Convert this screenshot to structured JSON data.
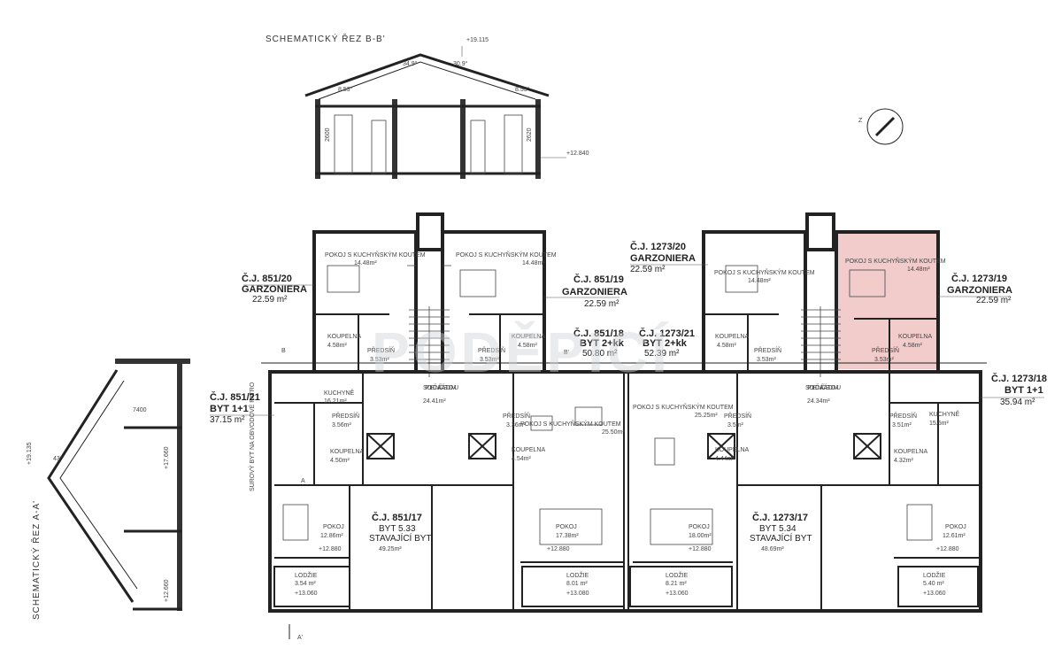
{
  "sections": {
    "bb_title": "SCHEMATICKÝ ŘEZ B-B'",
    "aa_title": "SCHEMATICKÝ ŘEZ A-A'",
    "bb_top_level": "+19.115",
    "bb_floor_level": "+12.840",
    "bb_height_left": "2600",
    "bb_height_right": "2620",
    "bb_angle_left": "8.53°",
    "bb_angle_right": "8.53°",
    "bb_angle_peak_l": "34.9°",
    "bb_angle_peak_r": "30.9°",
    "aa_level_top": "+19.135",
    "aa_level_mid": "+17.660",
    "aa_level_low": "+12.660",
    "aa_width": "7400",
    "aa_angle": "43°"
  },
  "watermark": "PODĚPICÍ",
  "north_arrow_label": "Z",
  "side_note": "SUROVÝ BYT NA OBVODOVÉ PATRO",
  "units": [
    {
      "id": "u-851-20",
      "cj": "Č.J. 851/20",
      "type": "GARZONIERA",
      "area": "22.59 m²"
    },
    {
      "id": "u-851-19",
      "cj": "Č.J. 851/19",
      "type": "GARZONIERA",
      "area": "22.59 m²"
    },
    {
      "id": "u-1273-20",
      "cj": "Č.J. 1273/20",
      "type": "GARZONIERA",
      "area": "22.59 m²"
    },
    {
      "id": "u-1273-19",
      "cj": "Č.J. 1273/19",
      "type": "GARZONIERA",
      "area": "22.59 m²"
    },
    {
      "id": "u-851-18",
      "cj": "Č.J. 851/18",
      "type": "BYT 2+kk",
      "area": "50.80 m²"
    },
    {
      "id": "u-1273-21",
      "cj": "Č.J. 1273/21",
      "type": "BYT 2+kk",
      "area": "52.39 m²"
    },
    {
      "id": "u-851-21",
      "cj": "Č.J. 851/21",
      "type": "BYT 1+1",
      "area": "37.15 m²"
    },
    {
      "id": "u-1273-18",
      "cj": "Č.J. 1273/18",
      "type": "BYT 1+1",
      "area": "35.94 m²"
    },
    {
      "id": "u-851-17",
      "cj": "Č.J. 851/17",
      "type": "BYT 5.33",
      "note": "STAVAJÍCÍ BYT",
      "area": "49.25m²"
    },
    {
      "id": "u-1273-17",
      "cj": "Č.J. 1273/17",
      "type": "BYT 5.34",
      "note": "STAVAJÍCÍ BYT",
      "area": "48.69m²"
    }
  ],
  "rooms": {
    "pokoj_kk": "POKOJ S KUCHYŇSKÝM KOUTEM",
    "koupelna": "KOUPELNA",
    "predsin": "PŘEDSÍŇ",
    "spolecna": "SPOLEČNÁ ČÁST DOMU",
    "kuchyne": "KUCHYNĚ",
    "pokoj": "POKOJ",
    "lodzie": "LODŽIE",
    "a1": "14.48m²",
    "a2": "14.48m²",
    "a3": "14.48m²",
    "a4": "14.48m²",
    "k1": "4.58m²",
    "k2": "4.58m²",
    "k3": "4.58m²",
    "k4": "4.58m²",
    "p1": "3.53m²",
    "p2": "3.53m²",
    "p3": "3.53m²",
    "p4": "3.53m²",
    "sp1": "24.41m²",
    "sp2": "24.34m²",
    "big1": "25.50m²",
    "big2": "25.25m²",
    "kuch1": "16.21m²",
    "kuch2": "15.5m²",
    "pr1": "3.56m²",
    "pr2": "3.36m²",
    "pr3": "3.5m²",
    "pr4": "3.51m²",
    "ko1": "4.50m²",
    "ko2": "4.54m²",
    "ko3": "4.44m²",
    "ko4": "4.32m²",
    "po1": "12.86m²",
    "po2": "17.38m²",
    "po3": "18.00m²",
    "po4": "12.61m²",
    "lo1": "3.54 m²",
    "lo2": "8.01 m²",
    "lo3": "8.21 m²",
    "lo4": "5.40 m²",
    "lv1": "+12.880",
    "lv2": "+12.880",
    "lv3": "+12.880",
    "lv4": "+12.880",
    "lv5": "+13.060",
    "lv6": "+13.080",
    "lv7": "+13.060",
    "lv8": "+13.060"
  },
  "highlight_color": "#e8a0a0",
  "section_marks": {
    "a": "A",
    "a2": "A'",
    "b": "B",
    "b2": "B'"
  }
}
